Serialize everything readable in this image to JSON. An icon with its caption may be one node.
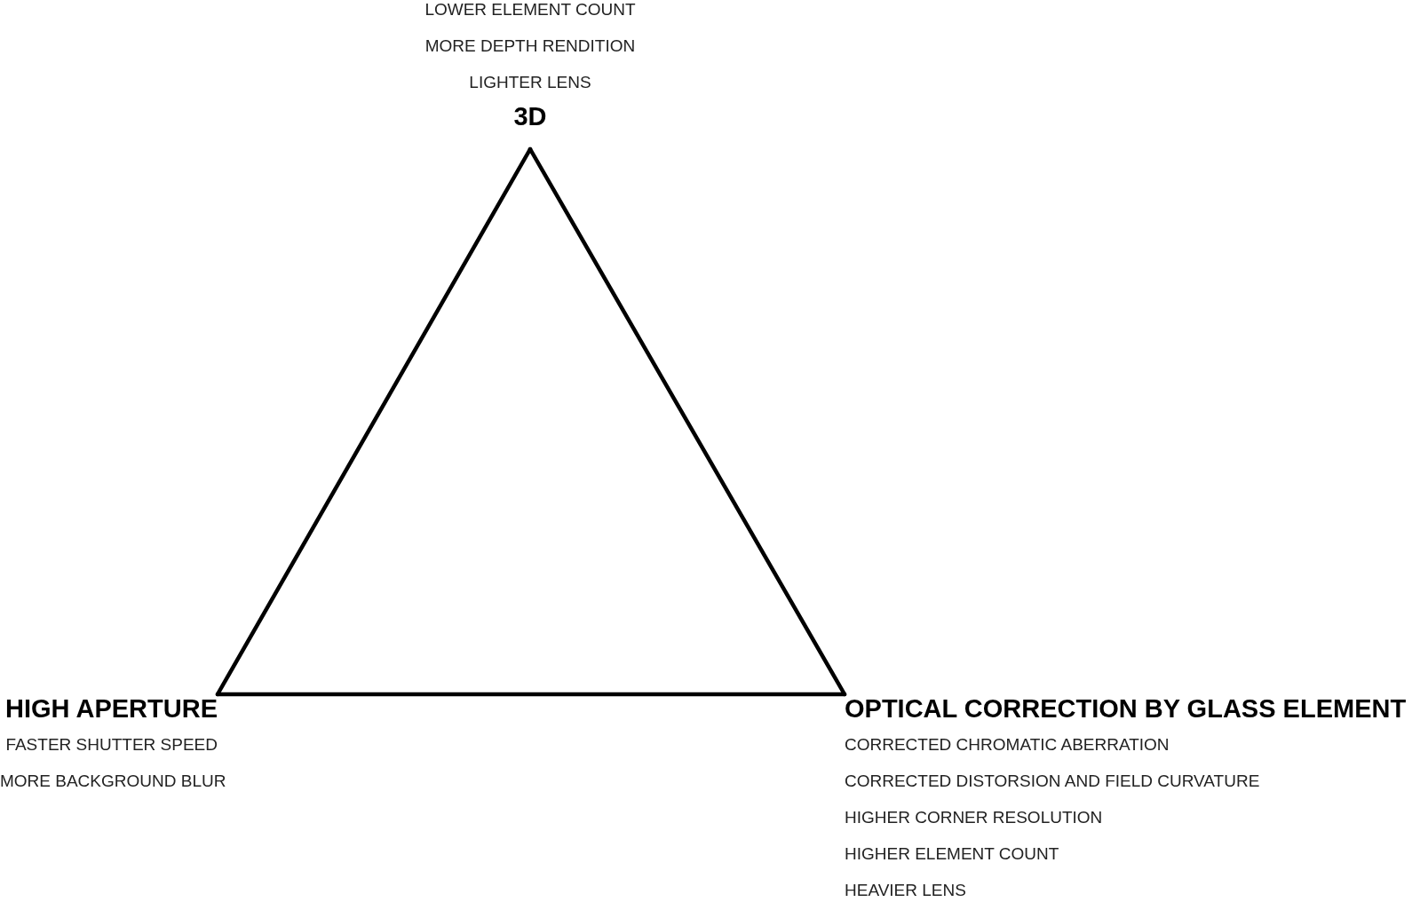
{
  "diagram": {
    "nodes": [
      {
        "text": [
          "LOWER ELEMENT COUNT",
          "MORE DEPTH RENDITION",
          "LIGHTER LENS",
          "3D"
        ]
      },
      {
        "text": [
          "HIGH APERTURE",
          "FASTER SHUTTER SPEED",
          "MORE BACKGROUND BLUR"
        ]
      },
      {
        "text": [
          "OPTICAL CORRECTION BY GLASS ELEMENT",
          "CORRECTED CHROMATIC ABERRATION",
          "CORRECTED DISTORSION AND FIELD CURVATURE",
          "HIGHER CORNER RESOLUTION",
          "HIGHER ELEMENT COUNT",
          "HEAVIER LENS"
        ]
      }
    ],
    "edges": [
      {
        "from": 0,
        "to": 1,
        "arrow": "none"
      },
      {
        "from": 1,
        "to": 2,
        "arrow": "none"
      },
      {
        "from": 2,
        "to": 0,
        "arrow": "none"
      }
    ]
  }
}
